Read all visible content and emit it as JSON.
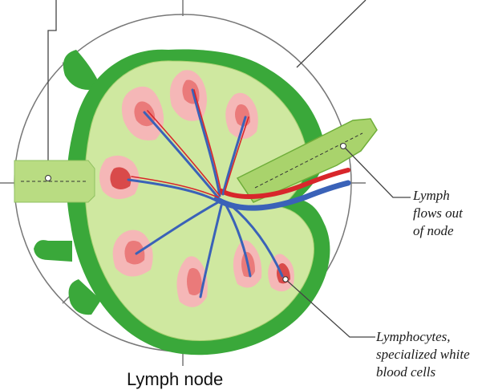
{
  "labels": {
    "lymph_out": [
      "Lymph",
      "flows out",
      "of node"
    ],
    "lymphocytes": [
      "Lymphocytes,",
      "specialized white",
      "blood cells"
    ]
  },
  "caption": "Lymph node",
  "colors": {
    "capsule": "#3aa83a",
    "cortex": "#cfe8a0",
    "medulla_light": "#f5b7b7",
    "follicle": "#ea7a7a",
    "follicle_core": "#d94a4a",
    "vein": "#3a62b8",
    "artery": "#d8262b",
    "outline": "#555555"
  }
}
